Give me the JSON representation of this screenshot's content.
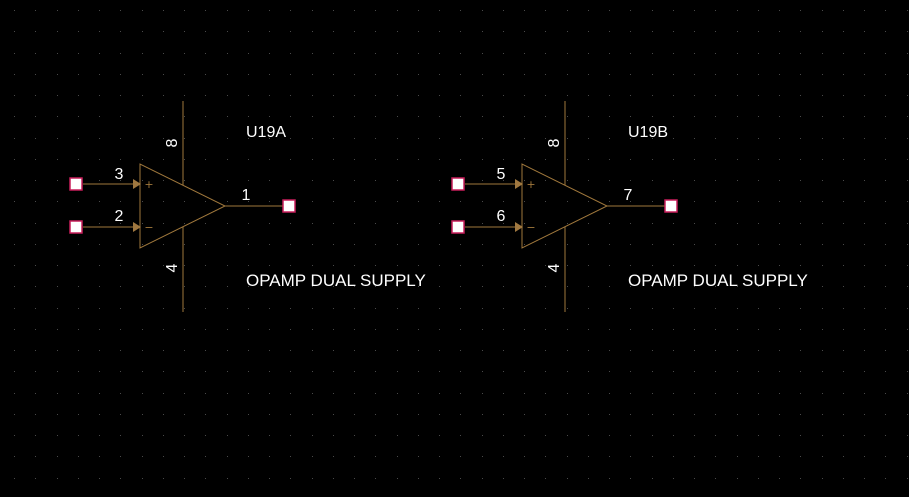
{
  "colors": {
    "background": "#000000",
    "grid_dot": "#4a4a4a",
    "symbol": "#a0783c",
    "arrow": "#a07840",
    "pin_box_fill": "#ffffff",
    "pin_box_stroke": "#c81e5a",
    "text": "#ffffff"
  },
  "parts": [
    {
      "refdes": "U19A",
      "value": "OPAMP DUAL SUPPLY",
      "pins": {
        "noninverting": "3",
        "inverting": "2",
        "output": "1",
        "v_plus": "8",
        "v_minus": "4"
      },
      "signs": {
        "plus": "+",
        "minus": "−"
      }
    },
    {
      "refdes": "U19B",
      "value": "OPAMP DUAL SUPPLY",
      "pins": {
        "noninverting": "5",
        "inverting": "6",
        "output": "7",
        "v_plus": "8",
        "v_minus": "4"
      },
      "signs": {
        "plus": "+",
        "minus": "−"
      }
    }
  ]
}
